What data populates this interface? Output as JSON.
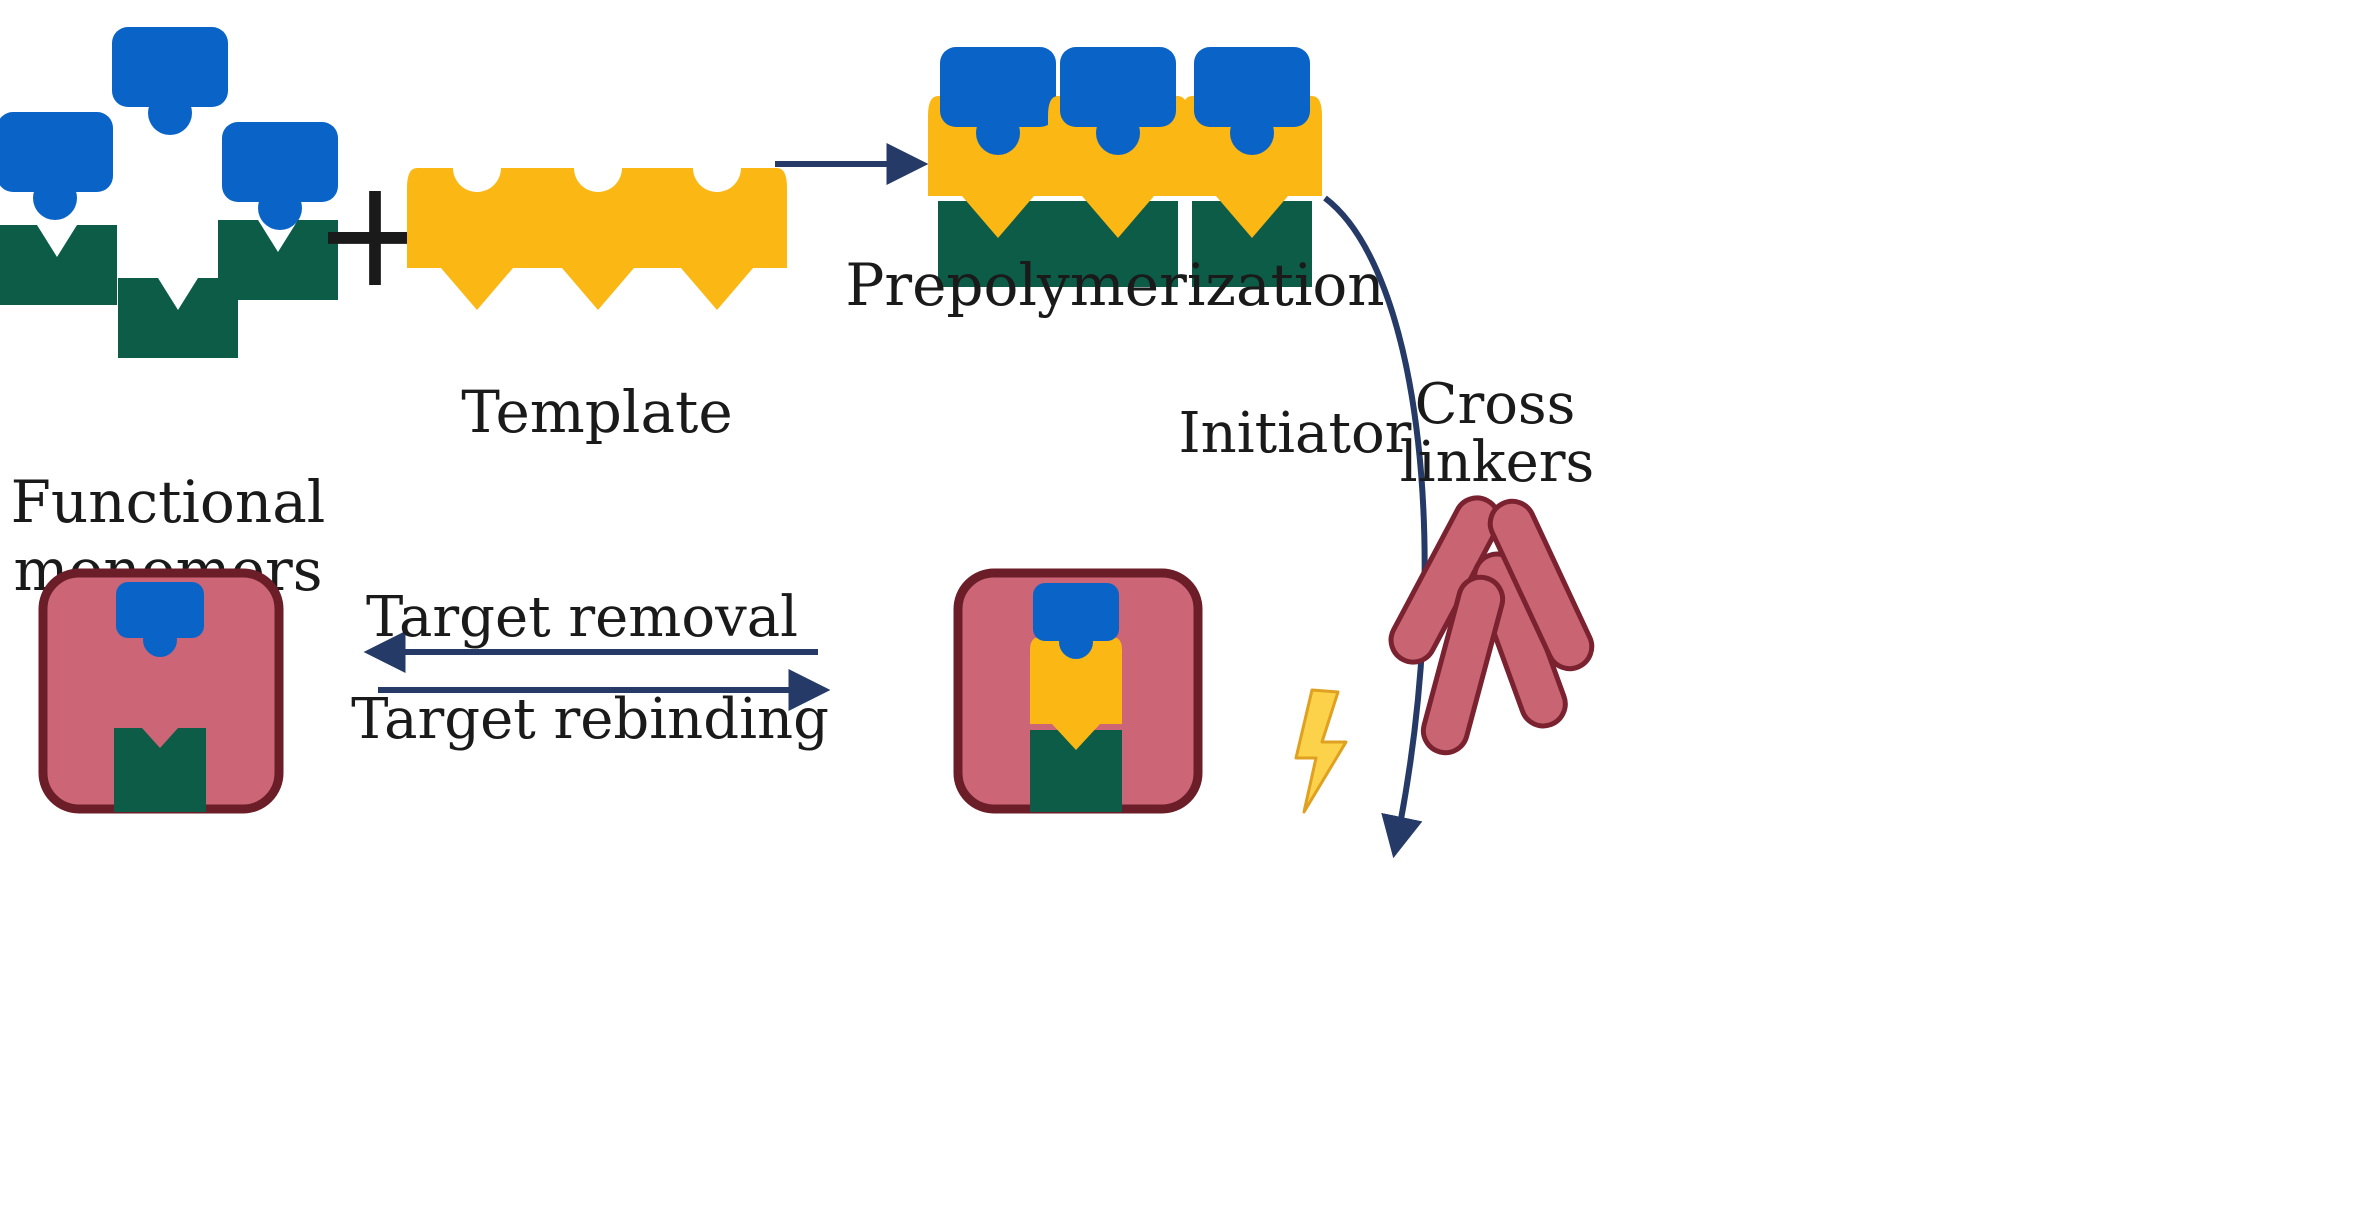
{
  "labels": {
    "functional_monomers_line1": "Functional",
    "functional_monomers_line2": "monomers",
    "template": "Template",
    "prepolymerization": "Prepolymerization",
    "initiator": "Initiator",
    "cross_linkers_line1": "Cross",
    "cross_linkers_line2": "linkers",
    "target_removal": "Target removal",
    "target_rebinding": "Target rebinding",
    "plus_sign": "+"
  },
  "colors": {
    "monomer_blue": "#0a64c8",
    "monomer_green": "#0c5c48",
    "template_yellow": "#fbb714",
    "polymer_fill": "#cc6677",
    "polymer_border": "#6b1e28",
    "crosslinker_fill": "#c96572",
    "crosslinker_border": "#7a2230",
    "arrow_navy": "#253a66",
    "plus_gray": "#4a4a4a",
    "lightning_yellow": "#fbd24a",
    "lightning_outline": "#e0a020"
  },
  "icons": [
    "blue-monomer-icon",
    "green-monomer-icon",
    "template-molecule-icon",
    "lightning-icon",
    "crosslinker-rod-icon",
    "imprinted-polymer-icon"
  ]
}
